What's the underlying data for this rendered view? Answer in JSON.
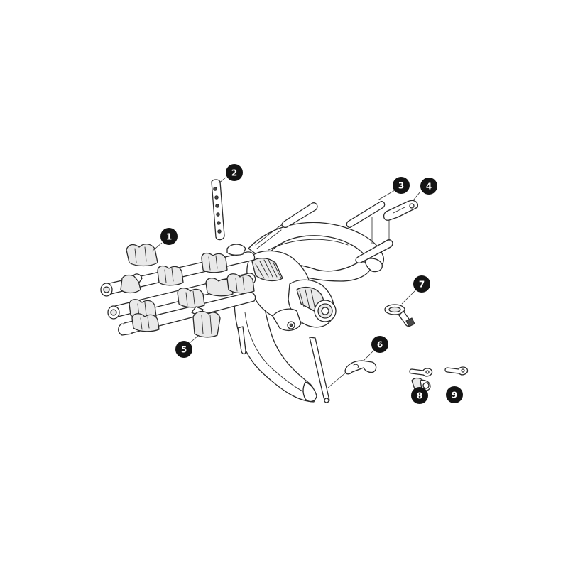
{
  "callouts": [
    {
      "id": "1",
      "label": "1"
    },
    {
      "id": "2",
      "label": "2"
    },
    {
      "id": "3",
      "label": "3"
    },
    {
      "id": "4",
      "label": "4"
    },
    {
      "id": "5",
      "label": "5"
    },
    {
      "id": "6",
      "label": "6"
    },
    {
      "id": "7",
      "label": "7"
    },
    {
      "id": "8",
      "label": "8"
    },
    {
      "id": "9",
      "label": "9"
    }
  ],
  "colors": {
    "line": "#2a2a2a",
    "badge": "#141414",
    "badge_text": "#ffffff",
    "background": "#ffffff"
  }
}
